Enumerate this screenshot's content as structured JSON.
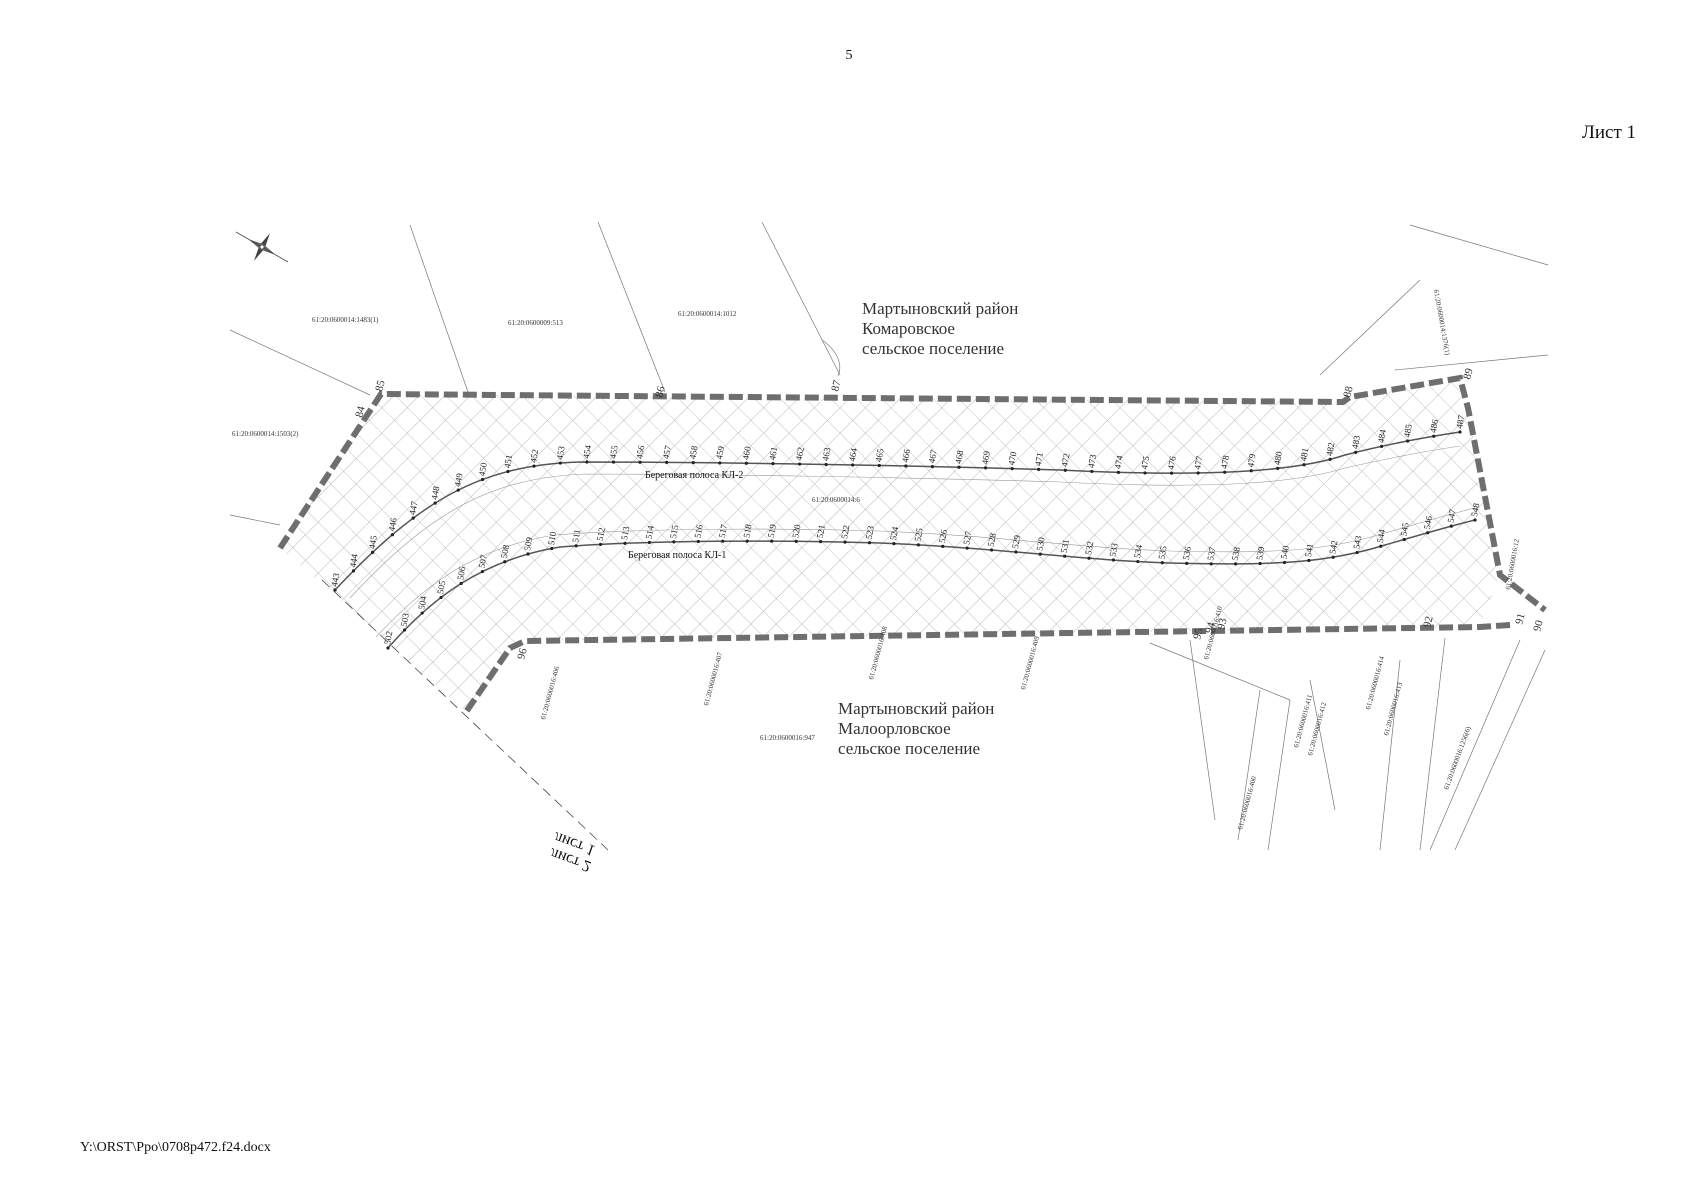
{
  "page_number": "5",
  "sheet_label": "Лист 1",
  "file_path": "Y:\\ORST\\Ppo\\0708p472.f24.docx",
  "regions": {
    "north": [
      "Мартыновский район",
      "Комаровское",
      "сельское поселение"
    ],
    "south": [
      "Мартыновский район",
      "Малоорловское",
      "сельское поселение"
    ]
  },
  "parcels": {
    "n1": "61:20:0600014:1483(1)",
    "n2": "61:20:0600009:513",
    "n3": "61:20:0600014:1012",
    "w1": "61:20:0600014:1503(2)",
    "c1": "61:20:0600014:6",
    "ne1": "61:20:0600014:1376(1)",
    "s1": "61:20:0600016:406",
    "s2": "61:20:0600016:407",
    "s3": "61:20:0600016:408",
    "s4": "61:20:0600016:409",
    "s5": "61:20:0600016:410",
    "s6": "61:20:0600016:411",
    "s7": "61:20:0600016:412",
    "s8": "61:20:0600016:413",
    "s9": "61:20:0600016:414",
    "s10": "61:20:0600016:947",
    "s11": "61:20:0600016:400",
    "s12": "61:20:0600016:1256(6)",
    "e1": "61:20:0600016:12"
  },
  "lines": {
    "kl2": "Береговая полоса КЛ-2",
    "kl1": "Береговая полоса КЛ-1"
  },
  "sheet_divider": {
    "line1": "лист 1",
    "line2": "лист 2"
  },
  "boundary_points": [
    "84",
    "85",
    "86",
    "87",
    "88",
    "89",
    "90",
    "91",
    "92",
    "93",
    "94",
    "95",
    "96"
  ],
  "kl2_points": [
    "443",
    "444",
    "445",
    "446",
    "447",
    "448",
    "449",
    "450",
    "451",
    "452",
    "453",
    "454",
    "455",
    "456",
    "457",
    "458",
    "459",
    "460",
    "461",
    "462",
    "463",
    "464",
    "465",
    "466",
    "467",
    "468",
    "469",
    "470",
    "471",
    "472",
    "473",
    "474",
    "475",
    "476",
    "477",
    "478",
    "479",
    "480",
    "481",
    "482",
    "483",
    "484",
    "485",
    "486",
    "487"
  ],
  "kl1_points": [
    "502",
    "503",
    "504",
    "505",
    "506",
    "507",
    "508",
    "509",
    "510",
    "511",
    "512",
    "513",
    "514",
    "515",
    "516",
    "517",
    "518",
    "519",
    "520",
    "521",
    "522",
    "523",
    "524",
    "525",
    "526",
    "527",
    "528",
    "529",
    "530",
    "531",
    "532",
    "533",
    "534",
    "535",
    "536",
    "537",
    "538",
    "539",
    "540",
    "541",
    "542",
    "543",
    "544",
    "545",
    "546",
    "547",
    "548"
  ],
  "colors": {
    "boundary": "#7a7a7a",
    "hatch": "#9a9a9a",
    "lines": "#555555"
  }
}
